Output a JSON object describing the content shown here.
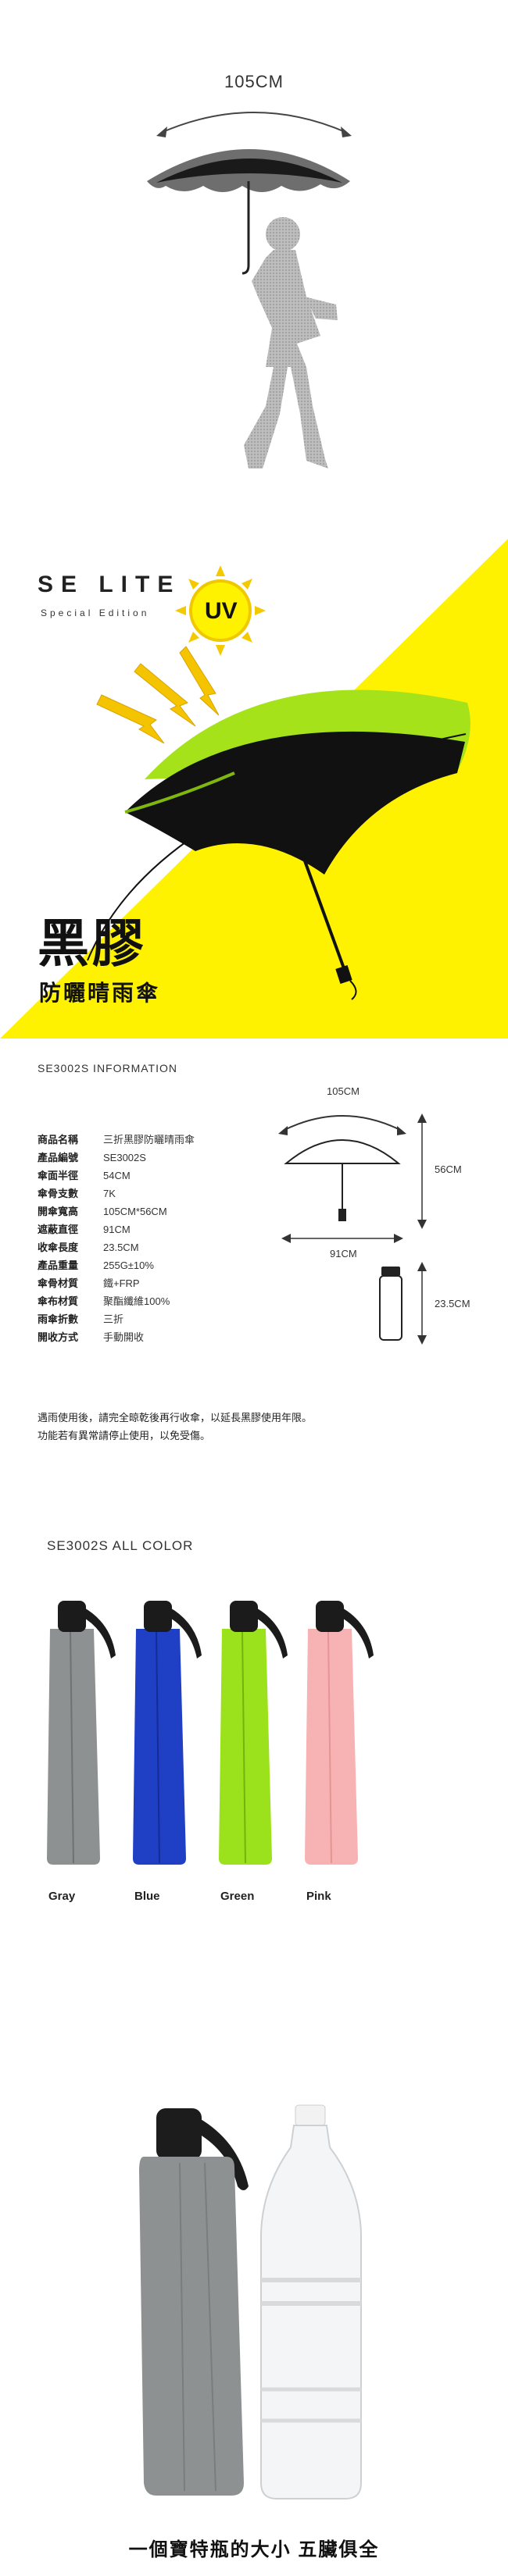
{
  "hero": {
    "span_label": "105CM"
  },
  "banner": {
    "brand": "SE LITE",
    "edition": "Special Edition",
    "uv_badge": "UV",
    "headline": "黑膠",
    "subheadline": "防曬晴雨傘",
    "colors": {
      "accent": "#fff200",
      "canopy": "#a6e21a"
    }
  },
  "info": {
    "title": "SE3002S INFORMATION",
    "specs": [
      {
        "k": "商品名稱",
        "v": "三折黑膠防曬晴雨傘"
      },
      {
        "k": "產品編號",
        "v": "SE3002S"
      },
      {
        "k": "傘面半徑",
        "v": "54CM"
      },
      {
        "k": "傘骨支數",
        "v": "7K"
      },
      {
        "k": "開傘寬高",
        "v": "105CM*56CM"
      },
      {
        "k": "遮蔽直徑",
        "v": "91CM"
      },
      {
        "k": "收傘長度",
        "v": "23.5CM"
      },
      {
        "k": "產品重量",
        "v": "255G±10%"
      },
      {
        "k": "傘骨材質",
        "v": "鐵+FRP"
      },
      {
        "k": "傘布材質",
        "v": "聚酯纖維100%"
      },
      {
        "k": "雨傘折數",
        "v": "三折"
      },
      {
        "k": "開收方式",
        "v": "手動開收"
      }
    ],
    "diagram": {
      "width": "105CM",
      "height": "56CM",
      "diameter": "91CM",
      "closed": "23.5CM"
    },
    "notes": [
      "遇雨使用後，請完全晾乾後再行收傘，以延長黑膠使用年限。",
      "功能若有異常請停止使用，以免受傷。"
    ]
  },
  "colors_section": {
    "title": "SE3002S ALL COLOR",
    "items": [
      {
        "name": "Gray",
        "color": "#8e9192",
        "dark": "#6f7273"
      },
      {
        "name": "Blue",
        "color": "#1f3fc4",
        "dark": "#142c95"
      },
      {
        "name": "Green",
        "color": "#9be21c",
        "dark": "#74b30c"
      },
      {
        "name": "Pink",
        "color": "#f7b3b3",
        "dark": "#e59494"
      }
    ]
  },
  "compare": {
    "caption": "一個寶特瓶的大小 五臟俱全"
  }
}
